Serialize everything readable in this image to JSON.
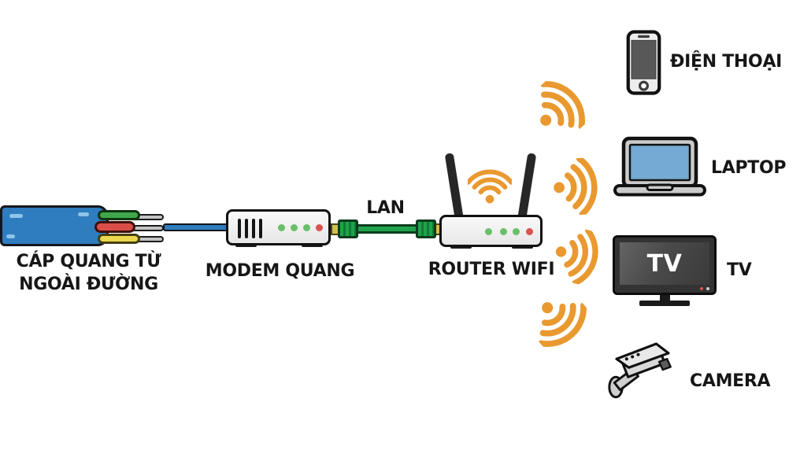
{
  "title": "Home fiber internet connection diagram",
  "colors": {
    "wifi_orange": "#E9992F",
    "cable_blue": "#2F7CBE",
    "lan_green": "#1FA34A",
    "led_green": "#6ABF69",
    "led_red": "#D9534F",
    "fiber_green": "#3FA84C",
    "fiber_red": "#D94F48",
    "fiber_yellow": "#EAD84F",
    "laptop_screen": "#74AAD3",
    "outline": "#111111"
  },
  "nodes": {
    "fiber": {
      "icon": "fiber-optic-cable-icon",
      "label_line1": "CÁP QUANG TỪ",
      "label_line2": "NGOÀI ĐƯỜNG"
    },
    "modem": {
      "icon": "modem-icon",
      "label": "MODEM QUANG",
      "leds": [
        "green",
        "green",
        "green",
        "red"
      ]
    },
    "lan_link": {
      "icon": "ethernet-cable-icon",
      "label": "LAN"
    },
    "router": {
      "icon": "wifi-router-icon",
      "label": "ROUTER WIFI",
      "leds": [
        "green",
        "green",
        "green",
        "red"
      ]
    },
    "wifi_signals": [
      "wifi-signal-icon-up-right",
      "wifi-signal-icon-right",
      "wifi-signal-icon-down-right",
      "wifi-signal-icon-down"
    ],
    "devices": [
      {
        "id": "phone",
        "icon": "smartphone-icon",
        "label": "ĐIỆN THOẠI"
      },
      {
        "id": "laptop",
        "icon": "laptop-icon",
        "label": "LAPTOP"
      },
      {
        "id": "tv",
        "icon": "tv-icon",
        "label": "TV",
        "screen_text": "TV"
      },
      {
        "id": "camera",
        "icon": "cctv-camera-icon",
        "label": "CAMERA"
      }
    ]
  }
}
